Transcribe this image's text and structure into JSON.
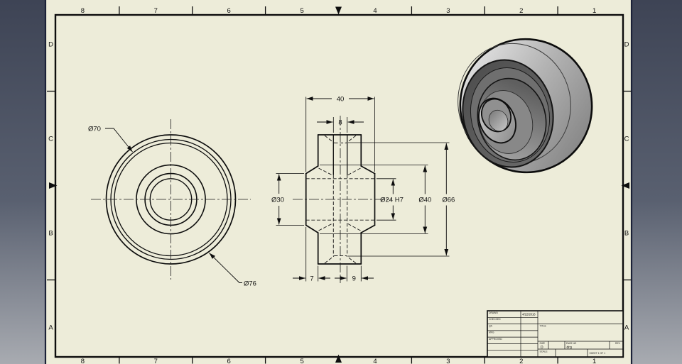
{
  "app": {
    "description": "CAD drawing sheet of a pulley wheel with front view, section view and shaded isometric view"
  },
  "zones": {
    "cols": [
      "8",
      "7",
      "6",
      "5",
      "4",
      "3",
      "2",
      "1"
    ],
    "rows": [
      "D",
      "C",
      "B",
      "A"
    ]
  },
  "dimensions": {
    "overall_width": "40",
    "groove_width": "8",
    "left_flange": "7",
    "right_flange": "9",
    "hub_dia": "Ø30",
    "bore": "Ø24 H7",
    "cone_dia": "Ø40",
    "groove_root_dia": "Ø66",
    "rim_inner_dia": "Ø70",
    "outer_dia": "Ø76"
  },
  "title_block": {
    "labels": {
      "drawn": "DRAWN",
      "checked": "CHECKED",
      "qa": "QA",
      "mfg": "MFG",
      "approved": "APPROVED",
      "title": "TITLE",
      "size": "SIZE",
      "dwg_no": "DWG NO",
      "rev": "REV",
      "scale": "SCALE",
      "sheet": "SHEET 1 OF 1"
    },
    "values": {
      "drawn_date": "4/22/2016",
      "size": "D",
      "dwg_no": "drg"
    }
  },
  "colors": {
    "paper": "#edecd9",
    "bg_top": "#3e4455",
    "bg_bottom": "#a8abb1",
    "edge_line": "#1b2138",
    "line": "#0d0d0d"
  }
}
